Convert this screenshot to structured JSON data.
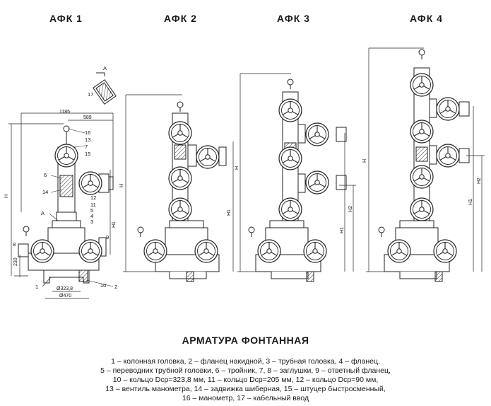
{
  "variants": [
    {
      "title": "АФК 1"
    },
    {
      "title": "АФК 2"
    },
    {
      "title": "АФК 3"
    },
    {
      "title": "АФК 4"
    }
  ],
  "callouts": [
    "1",
    "2",
    "3",
    "4",
    "5",
    "6",
    "7",
    "8",
    "9",
    "10",
    "11",
    "12",
    "13",
    "14",
    "15",
    "16",
    "17"
  ],
  "view_label": "А",
  "dimensions": {
    "width_overall": "1185",
    "width_partial": "589",
    "height_H": "H",
    "height_H1": "H1",
    "height_H2": "H2",
    "height_230": "230",
    "dia_323": "Ø323,8",
    "dia_470": "Ø470"
  },
  "title": "АРМАТУРА ФОНТАННАЯ",
  "legend_lines": [
    "1 – колонная головка, 2 – фланец накидной, 3 – трубная головка, 4 – фланец,",
    "5 – переводник трубной головки, 6 – тройник, 7, 8 – заглушки, 9 – ответный фланец,",
    "10 – кольцо Dср=323,8 мм, 11 – кольцо Dср=205 мм, 12 – кольцо Dср=90 мм,",
    "13 – вентиль манометра, 14 – задвижка шиберная, 15 – штуцер быстросменный,",
    "16 – манометр, 17 – кабельный ввод"
  ]
}
